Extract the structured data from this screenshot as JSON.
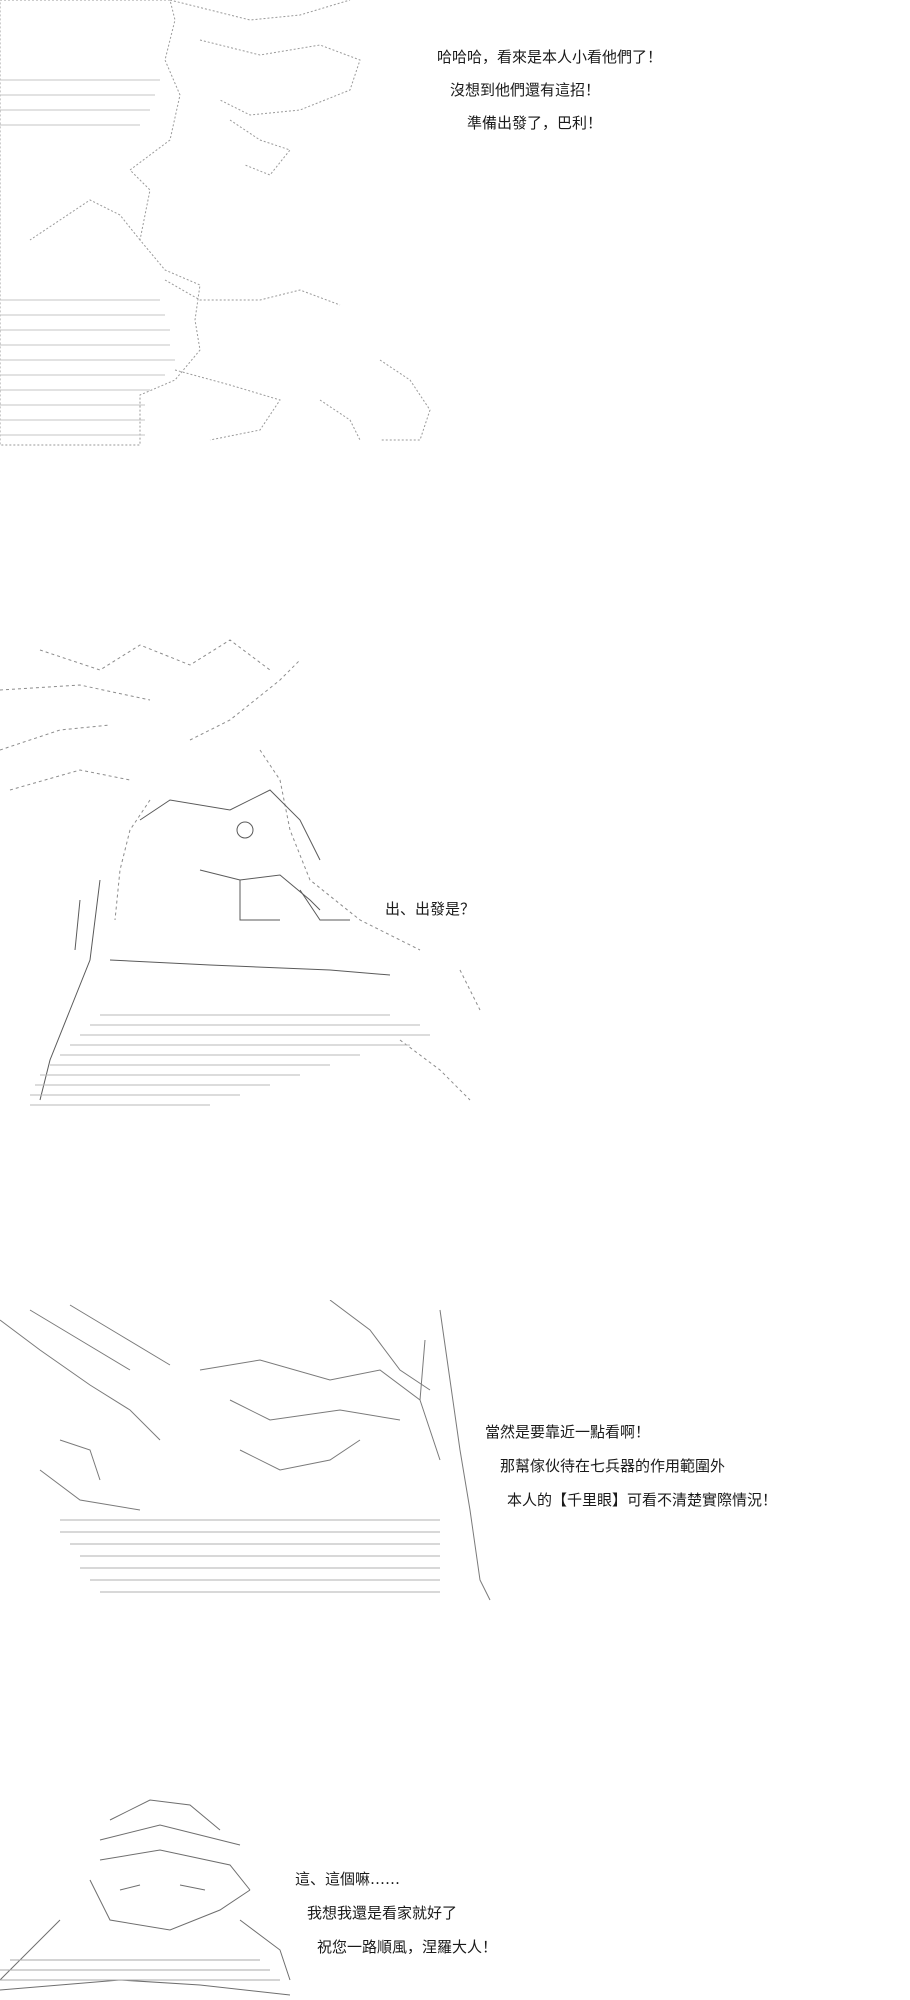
{
  "panels": [
    {
      "id": "panel-1",
      "lines": [
        "哈哈哈，看來是本人小看他們了！",
        "沒想到他們還有這招！",
        "準備出發了，巴利！"
      ]
    },
    {
      "id": "panel-2",
      "lines": [
        "出、出發是？"
      ]
    },
    {
      "id": "panel-3",
      "lines": [
        "當然是要靠近一點看啊！",
        "那幫傢伙待在七兵器的作用範圍外",
        "本人的【千里眼】可看不清楚實際情況！"
      ]
    },
    {
      "id": "panel-4",
      "lines": [
        "這、這個嘛……",
        "我想我還是看家就好了",
        "祝您一路順風，涅羅大人！"
      ]
    }
  ]
}
